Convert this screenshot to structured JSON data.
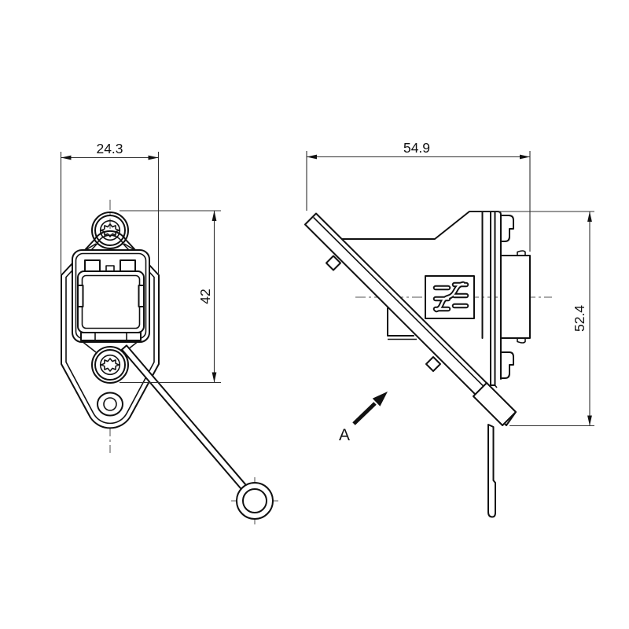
{
  "drawing": {
    "front_view": {
      "dim_width": "24.3",
      "dim_height": "42"
    },
    "side_view": {
      "dim_depth": "54.9",
      "dim_height": "52.4",
      "view_label": "A"
    },
    "icons": {
      "screw_top": "torx-screw-icon",
      "screw_bottom": "torx-screw-icon",
      "logo": "crossover-wires-logo-icon",
      "view_arrow": "view-direction-arrow-icon"
    },
    "colors": {
      "line": "#111111",
      "dimension_line": "#2f2f2f",
      "background": "#ffffff"
    }
  }
}
